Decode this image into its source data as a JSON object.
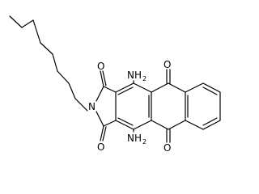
{
  "labels": {
    "n_imide": "N",
    "o_top_imide": "O",
    "o_bottom_imide": "O",
    "o_top_quinone": "O",
    "o_bottom_quinone": "O",
    "nh2_top_main": "NH",
    "nh2_top_sub": "2",
    "nh2_bottom_main": "NH",
    "nh2_bottom_sub": "2"
  }
}
